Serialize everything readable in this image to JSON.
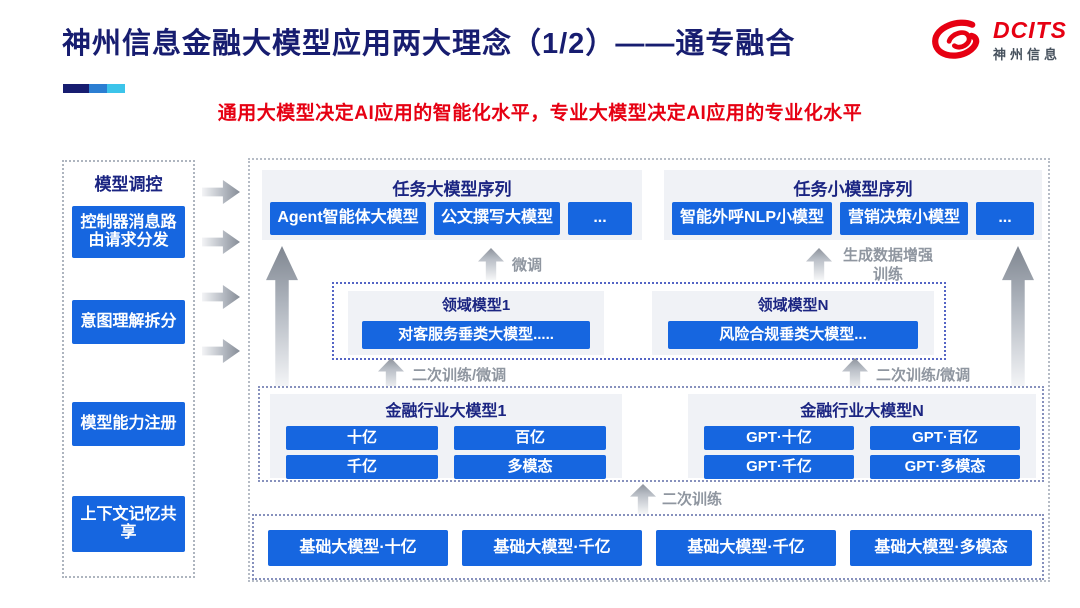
{
  "header": {
    "title": "神州信息金融大模型应用两大理念（1/2）——通专融合",
    "subtitle": "通用大模型决定AI应用的智能化水平，专业大模型决定AI应用的专业化水平",
    "logo": {
      "brand": "DCITS",
      "brand_cn": "神州信息"
    }
  },
  "sidebar": {
    "title": "模型调控",
    "items": [
      "控制器消息路由请求分发",
      "意图理解拆分",
      "模型能力注册",
      "上下文记忆共享"
    ]
  },
  "task_large": {
    "title": "任务大模型序列",
    "items": [
      "Agent智能体大模型",
      "公文撰写大模型",
      "..."
    ]
  },
  "task_small": {
    "title": "任务小模型序列",
    "items": [
      "智能外呼NLP小模型",
      "营销决策小模型",
      "..."
    ]
  },
  "flow_labels": {
    "fine_tune": "微调",
    "gen_data_enhance": "生成数据增强训练",
    "retrain_ft_left": "二次训练/微调",
    "retrain_ft_right": "二次训练/微调",
    "retrain": "二次训练"
  },
  "domain_models": [
    {
      "title": "领域模型1",
      "model": "对客服务垂类大模型....."
    },
    {
      "title": "领域模型N",
      "model": "风险合规垂类大模型..."
    }
  ],
  "industry_models": [
    {
      "title": "金融行业大模型1",
      "items": [
        "十亿",
        "百亿",
        "千亿",
        "多模态"
      ]
    },
    {
      "title": "金融行业大模型N",
      "items": [
        "GPT·十亿",
        "GPT·百亿",
        "GPT·千亿",
        "GPT·多模态"
      ]
    }
  ],
  "base_models": [
    "基础大模型·十亿",
    "基础大模型·千亿",
    "基础大模型·千亿",
    "基础大模型·多模态"
  ],
  "colors": {
    "accent_blue": "#1666E0",
    "title_navy": "#171D70",
    "header_navy": "#1B2582",
    "brand_red": "#E60012",
    "panel_gray": "#F0F2F6",
    "arrow_gray": "#8D939C"
  }
}
